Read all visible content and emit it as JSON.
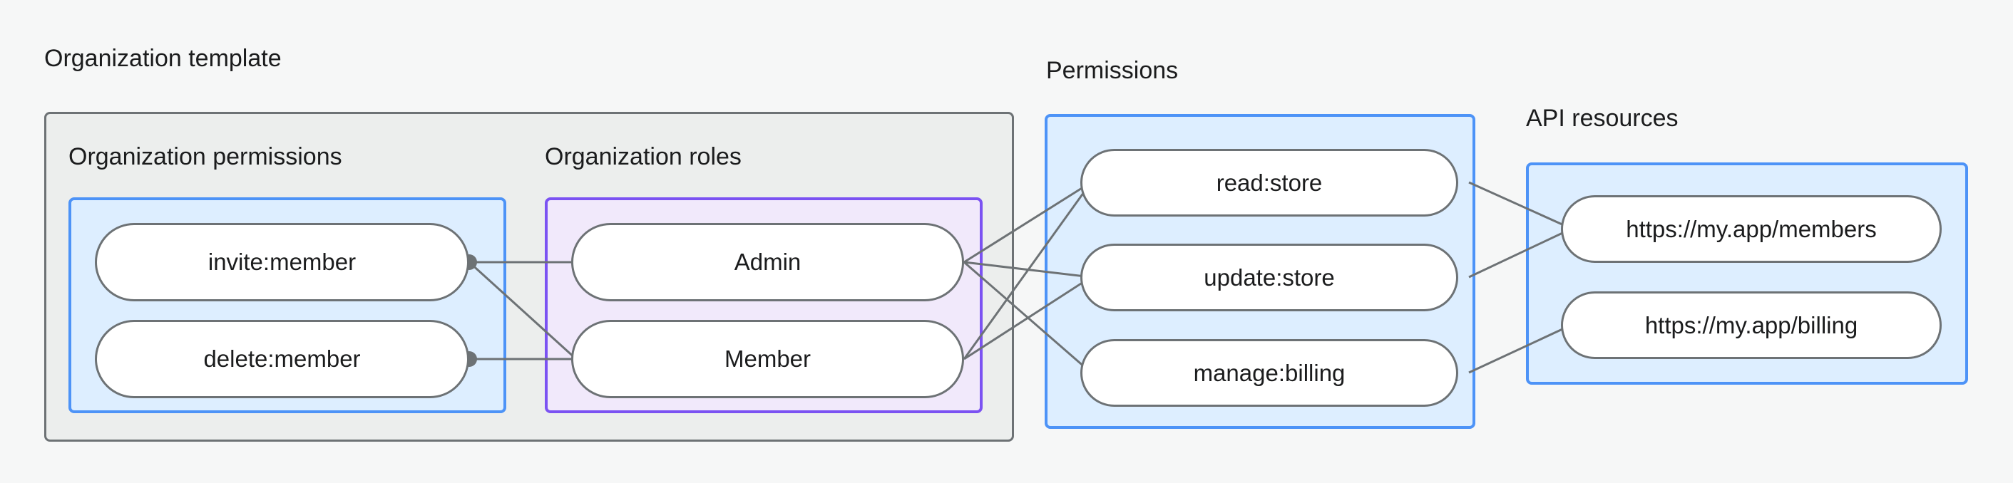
{
  "diagram": {
    "title_region": "authorization-model",
    "background_color": "#f6f7f7"
  },
  "groups": {
    "org_template": {
      "label": "Organization template",
      "border_color": "#6d7275",
      "fill_color": "#eceeed"
    },
    "org_permissions": {
      "label": "Organization permissions",
      "border_color": "#4d93f7",
      "fill_color": "#ddeeff"
    },
    "org_roles": {
      "label": "Organization roles",
      "border_color": "#7b52f2",
      "fill_color": "#f1e9fb"
    },
    "permissions": {
      "label": "Permissions",
      "border_color": "#4d93f7",
      "fill_color": "#ddeeff"
    },
    "api_resources": {
      "label": "API resources",
      "border_color": "#4d93f7",
      "fill_color": "#ddeeff"
    }
  },
  "nodes": {
    "org_permissions": [
      {
        "id": "invite-member",
        "label": "invite:member"
      },
      {
        "id": "delete-member",
        "label": "delete:member"
      }
    ],
    "org_roles": [
      {
        "id": "admin",
        "label": "Admin"
      },
      {
        "id": "member",
        "label": "Member"
      }
    ],
    "permissions": [
      {
        "id": "read-store",
        "label": "read:store"
      },
      {
        "id": "update-store",
        "label": "update:store"
      },
      {
        "id": "manage-billing",
        "label": "manage:billing"
      }
    ],
    "api_resources": [
      {
        "id": "members-url",
        "label": "https://my.app/members"
      },
      {
        "id": "billing-url",
        "label": "https://my.app/billing"
      }
    ]
  },
  "edges": [
    {
      "from": "invite-member",
      "to": "admin"
    },
    {
      "from": "invite-member",
      "to": "member"
    },
    {
      "from": "delete-member",
      "to": "member"
    },
    {
      "from": "admin",
      "to": "read-store"
    },
    {
      "from": "admin",
      "to": "update-store"
    },
    {
      "from": "admin",
      "to": "manage-billing"
    },
    {
      "from": "member",
      "to": "read-store"
    },
    {
      "from": "member",
      "to": "update-store"
    },
    {
      "from": "read-store",
      "to": "members-url"
    },
    {
      "from": "update-store",
      "to": "members-url"
    },
    {
      "from": "manage-billing",
      "to": "billing-url"
    }
  ],
  "colors": {
    "edge": "#6d7275",
    "node_border": "#6d7275",
    "node_fill": "#ffffff",
    "text": "#1b1c1d"
  }
}
